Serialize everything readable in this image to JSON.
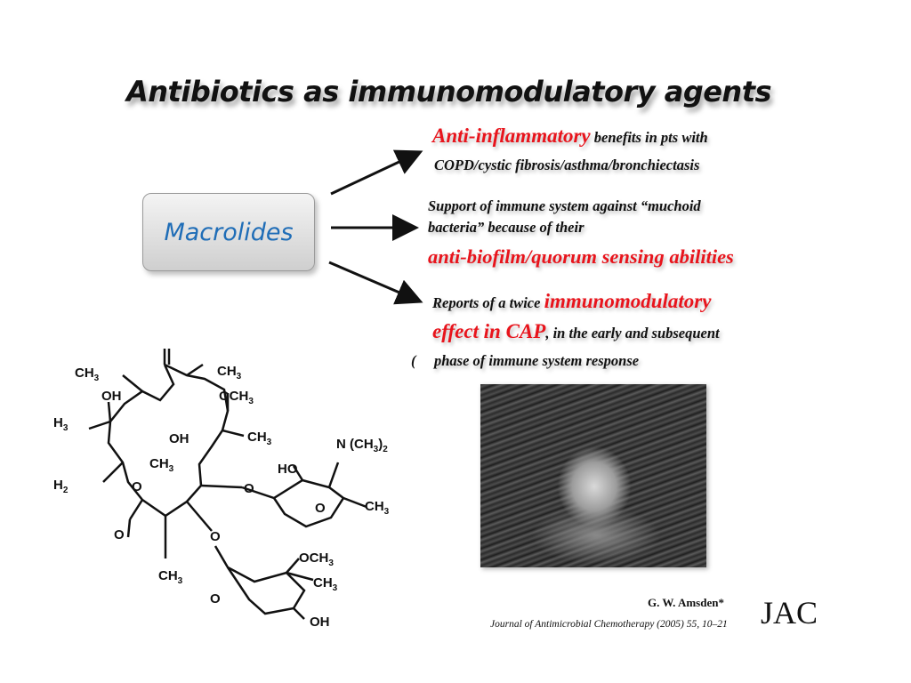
{
  "slide": {
    "title": "Antibiotics as immunomodulatory agents",
    "center_box": {
      "label": "Macrolides"
    },
    "effects": [
      {
        "line1_highlight": "Anti-inflammatory",
        "line1_rest": " benefits in pts with",
        "line2": "COPD/cystic fibrosis/asthma/bronchiectasis"
      },
      {
        "line1": "Support of immune system against “muchoid",
        "line2": "bacteria” because of their",
        "line3_highlight": "anti-biofilm/quorum sensing abilities"
      },
      {
        "line1_prefix": "Reports of  a twice ",
        "line1_highlight": "immunomodulatory",
        "line2_highlight": "effect in CAP",
        "line2_rest": ", in the early and subsequent",
        "line3_prefix": "(",
        "line3": "phase of immune system response"
      }
    ],
    "structure_labels": {
      "ch3_a": "CH3",
      "ch3_b": "CH3",
      "oh_a": "OH",
      "och3_top": "OCH3",
      "h3": "H3",
      "oh_b": "OH",
      "ch3_c": "CH3",
      "n_ch3": "N (CH3)2",
      "h2": "H2",
      "ch3_d": "CH3",
      "ho": "HO",
      "o_a": "O",
      "ch3_e": "CH3",
      "o_b": "O",
      "o_c": "O",
      "o_d": "O",
      "och3_bottom": "OCH3",
      "ch3_f": "CH3",
      "ch3_g": "CH3",
      "o_e": "O",
      "oh_c": "OH"
    },
    "citation": {
      "author": "G. W. Amsden*",
      "journal": "Journal of Antimicrobial Chemotherapy (2005) 55, 10–21",
      "logo": "JAC"
    },
    "colors": {
      "accent_red": "#e8141c",
      "macrolide_blue": "#1f6db7"
    }
  }
}
